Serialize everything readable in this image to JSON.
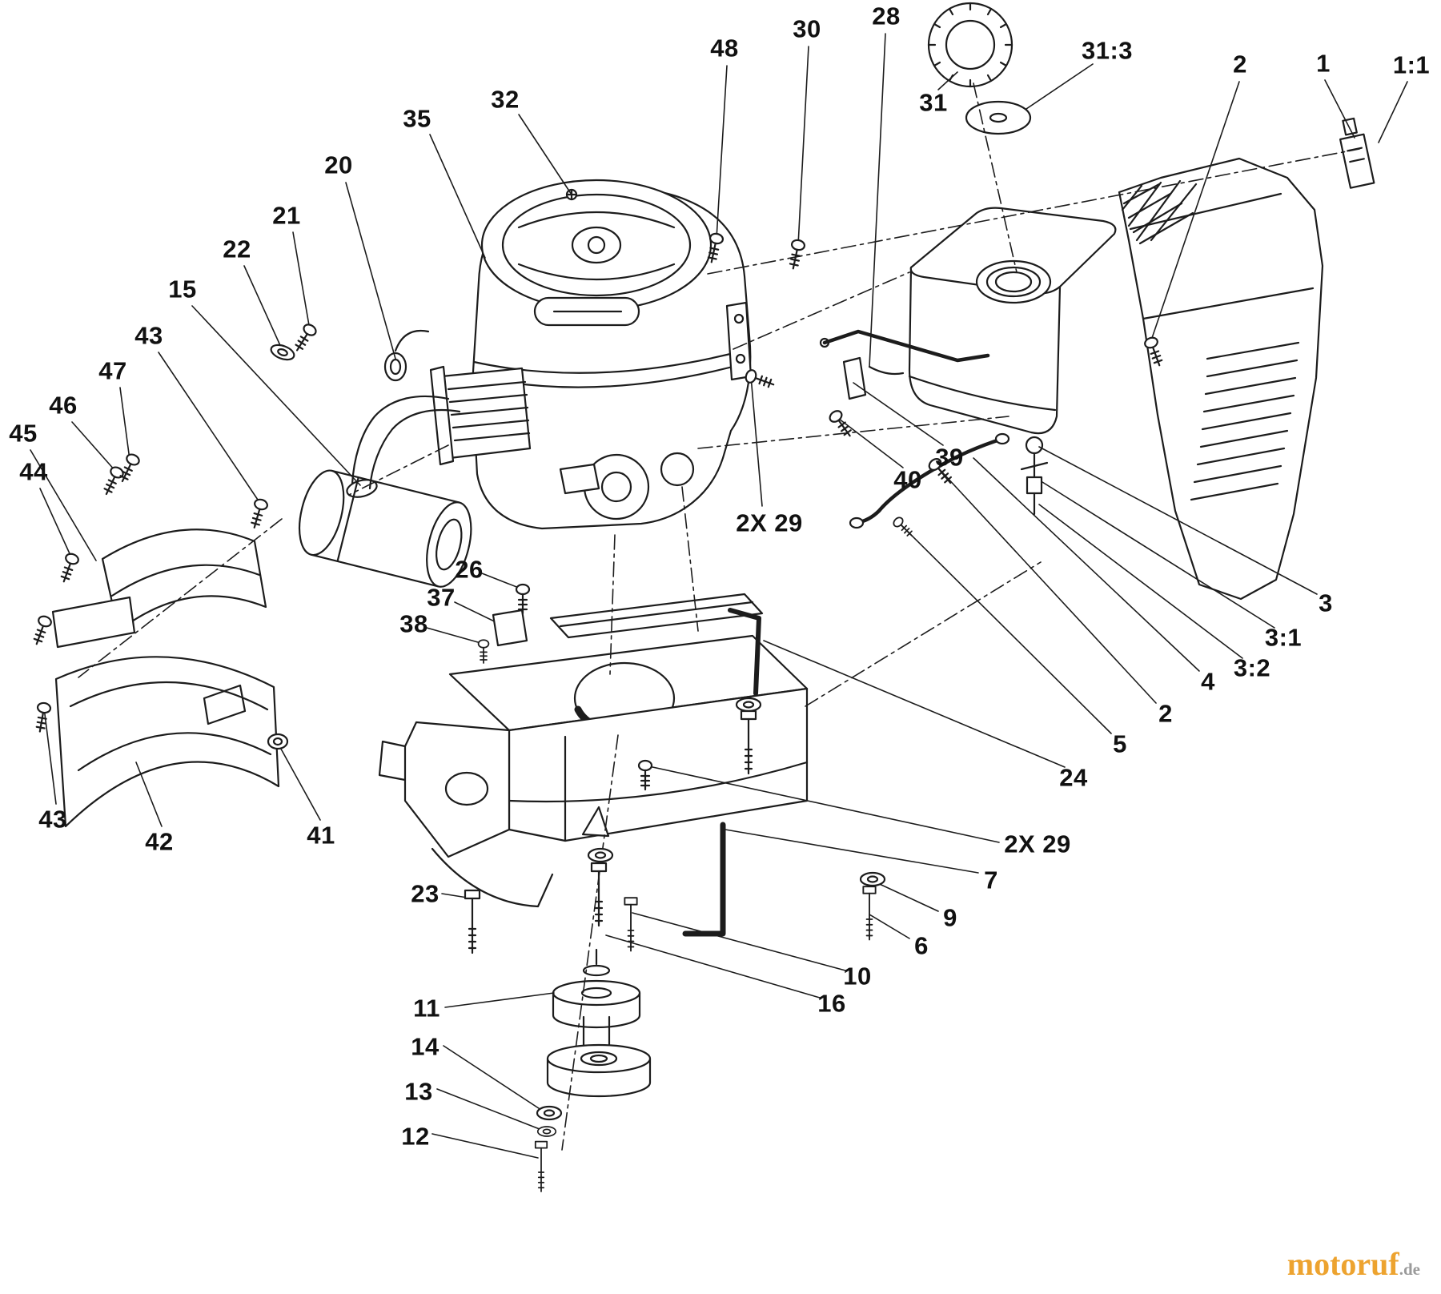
{
  "diagram": {
    "kind": "exploded-parts-diagram",
    "background_color": "#ffffff",
    "line_color": "#1c1c1c",
    "label_color": "#111111"
  },
  "watermark": {
    "brand": "motoruf",
    "tld": ".de",
    "brand_color": "#eda32f",
    "tld_color": "#9a9a9a"
  },
  "callouts": [
    {
      "label": "48"
    },
    {
      "label": "30"
    },
    {
      "label": "28"
    },
    {
      "label": "31"
    },
    {
      "label": "31:3"
    },
    {
      "label": "2"
    },
    {
      "label": "1"
    },
    {
      "label": "1:1"
    },
    {
      "label": "32"
    },
    {
      "label": "35"
    },
    {
      "label": "20"
    },
    {
      "label": "21"
    },
    {
      "label": "22"
    },
    {
      "label": "15"
    },
    {
      "label": "43"
    },
    {
      "label": "47"
    },
    {
      "label": "46"
    },
    {
      "label": "45"
    },
    {
      "label": "44"
    },
    {
      "label": "39"
    },
    {
      "label": "40"
    },
    {
      "label": "2X 29"
    },
    {
      "label": "26"
    },
    {
      "label": "37"
    },
    {
      "label": "38"
    },
    {
      "label": "3"
    },
    {
      "label": "3:1"
    },
    {
      "label": "3:2"
    },
    {
      "label": "4"
    },
    {
      "label": "2"
    },
    {
      "label": "5"
    },
    {
      "label": "24"
    },
    {
      "label": "43"
    },
    {
      "label": "42"
    },
    {
      "label": "41"
    },
    {
      "label": "23"
    },
    {
      "label": "2X 29"
    },
    {
      "label": "7"
    },
    {
      "label": "9"
    },
    {
      "label": "6"
    },
    {
      "label": "10"
    },
    {
      "label": "16"
    },
    {
      "label": "11"
    },
    {
      "label": "14"
    },
    {
      "label": "13"
    },
    {
      "label": "12"
    }
  ]
}
